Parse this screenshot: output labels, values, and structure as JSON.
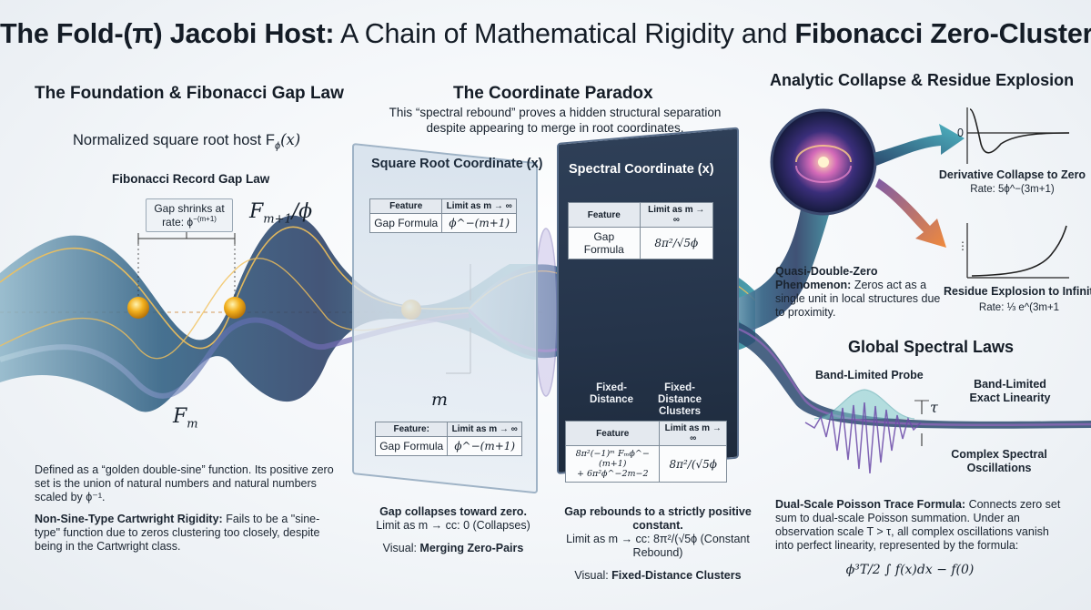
{
  "title": {
    "part1": "The Fold-(π) Jacobi Host:",
    "part2": " A Chain of Mathematical Rigidity and ",
    "part3": "Fibonacci Zero-Clusters"
  },
  "left": {
    "heading": "The Foundation & Fibonacci Gap Law",
    "host_label": "Normalized square root host F",
    "host_sub": "ϕ",
    "host_arg": "(x)",
    "gap_law_title": "Fibonacci Record Gap Law",
    "gap_box_line1": "Gap shrinks at",
    "gap_box_line2": "rate: ϕ",
    "gap_box_exp": "−(m+1)",
    "label_fm1": "F",
    "label_fm1_sub": "m+1",
    "label_fm1_tail": "/ϕ",
    "label_fm": "F",
    "label_fm_sub": "m",
    "desc1": "Defined as a “golden double-sine” function. Its positive zero set is the union of natural numbers and natural numbers scaled by ϕ⁻¹.",
    "desc2_bold": "Non-Sine-Type Cartwright Rigidity:",
    "desc2": " Fails to be a \"sine-type\" function due to zeros clustering too closely, despite being in the Cartwright class."
  },
  "middle": {
    "heading": "The Coordinate Paradox",
    "subtitle1": "This “spectral rebound” proves a hidden structural separation",
    "subtitle2": "despite appearing to merge in root coordinates.",
    "left_panel_title": "Square Root Coordinate (x)",
    "right_panel_title": "Spectral Coordinate (x)",
    "table_h1": "Feature",
    "table_h2": "Limit as m → ∞",
    "table_h1b": "Feature:",
    "row_label": "Gap Formula",
    "left_val": "ϕ^−(m+1)",
    "left_val2": "ϕ^−(m+1)",
    "right_val": "8π²/√5ϕ",
    "right_bottom_formula1": "8π²(−1)ᵐ Fₘϕ^−(m+1)",
    "right_bottom_formula2": "+ 6π²ϕ^−2m−2",
    "right_bottom_val": "8π²/(√5ϕ",
    "m_label": "m",
    "fixed1": "Fixed-\nDistance",
    "fixed2": "Fixed-\nDistance\nClusters",
    "caption_left_bold": "Gap collapses toward zero.",
    "caption_left_limit": "Limit as m → cc: 0 (Collapses)",
    "caption_left_visual_prefix": "Visual: ",
    "caption_left_visual": "Merging Zero-Pairs",
    "caption_right_bold": "Gap rebounds to a strictly positive constant.",
    "caption_right_limit": "Limit as m → cc: 8π²/(√5ϕ (Constant Rebound)",
    "caption_right_visual_prefix": "Visual: ",
    "caption_right_visual": "Fixed-Distance Clusters"
  },
  "right": {
    "heading": "Analytic Collapse & Residue Explosion",
    "zero_tick": "0",
    "deriv_title": "Derivative Collapse to Zero",
    "deriv_rate": "Rate: 5ϕ^−(3m+1)",
    "qdz_bold": "Quasi-Double-Zero Phenomenon:",
    "qdz": " Zeros act as a single unit in local structures due to proximity.",
    "residue_title": "Residue Explosion to Infinity",
    "residue_rate": "Rate: ⅓ e^(3m+1",
    "global_heading": "Global Spectral Laws",
    "probe": "Band-Limited Probe",
    "linearity": "Band-Limited\nExact Linearity",
    "tau": "τ",
    "complex": "Complex Spectral\nOscillations",
    "poisson_bold": "Dual-Scale Poisson Trace Formula:",
    "poisson": " Connects zero set sum to dual-scale Poisson summation. Under an observation scale T > τ, all complex oscillations vanish into perfect linearity, represented by the formula:",
    "formula": "ϕ³T/2 ∫ f(x)dx − f(0)"
  },
  "colors": {
    "ribbon_teal": "#3a9aa8",
    "ribbon_navy": "#23385a",
    "ribbon_purple": "#7d5aa6",
    "zero_gold": "#f2b01e",
    "dark_panel": "#27374d"
  }
}
